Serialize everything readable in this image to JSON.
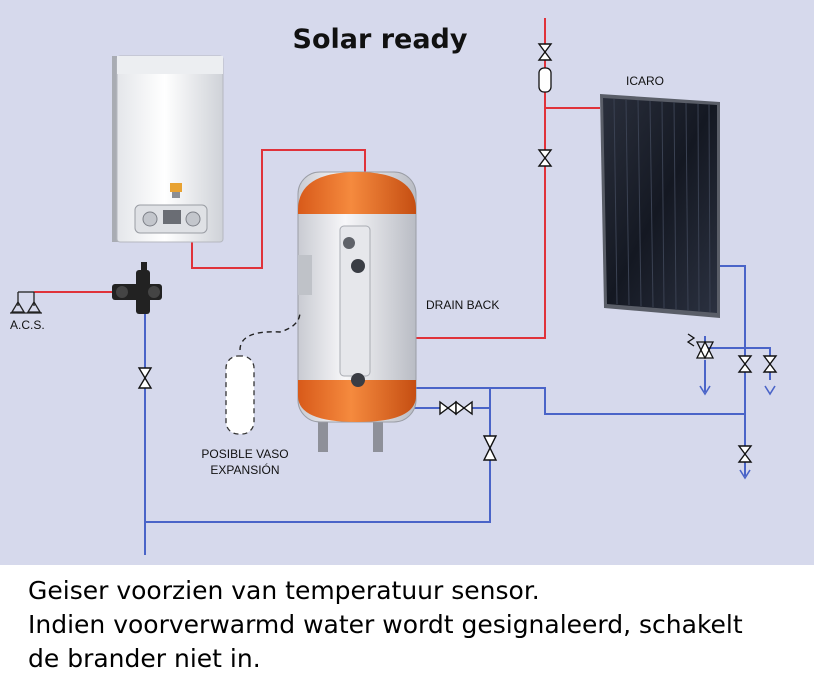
{
  "diagram": {
    "title": "Solar ready",
    "labels": {
      "collector": "ICARO",
      "drain_back": "DRAIN BACK",
      "acs": "A.C.S.",
      "expansion_line1": "POSIBLE VASO",
      "expansion_line2": "EXPANSIÓN"
    },
    "colors": {
      "background": "#d6d9ec",
      "hot_pipe": "#e0323a",
      "cold_pipe": "#4a64c8",
      "tank_accent": "#ee6a25",
      "collector_frame": "#1c1c24"
    }
  },
  "caption": {
    "line1": "Geiser voorzien van temperatuur sensor.",
    "line2": "Indien voorverwarmd water wordt gesignaleerd, schakelt",
    "line3": "de brander niet in."
  }
}
